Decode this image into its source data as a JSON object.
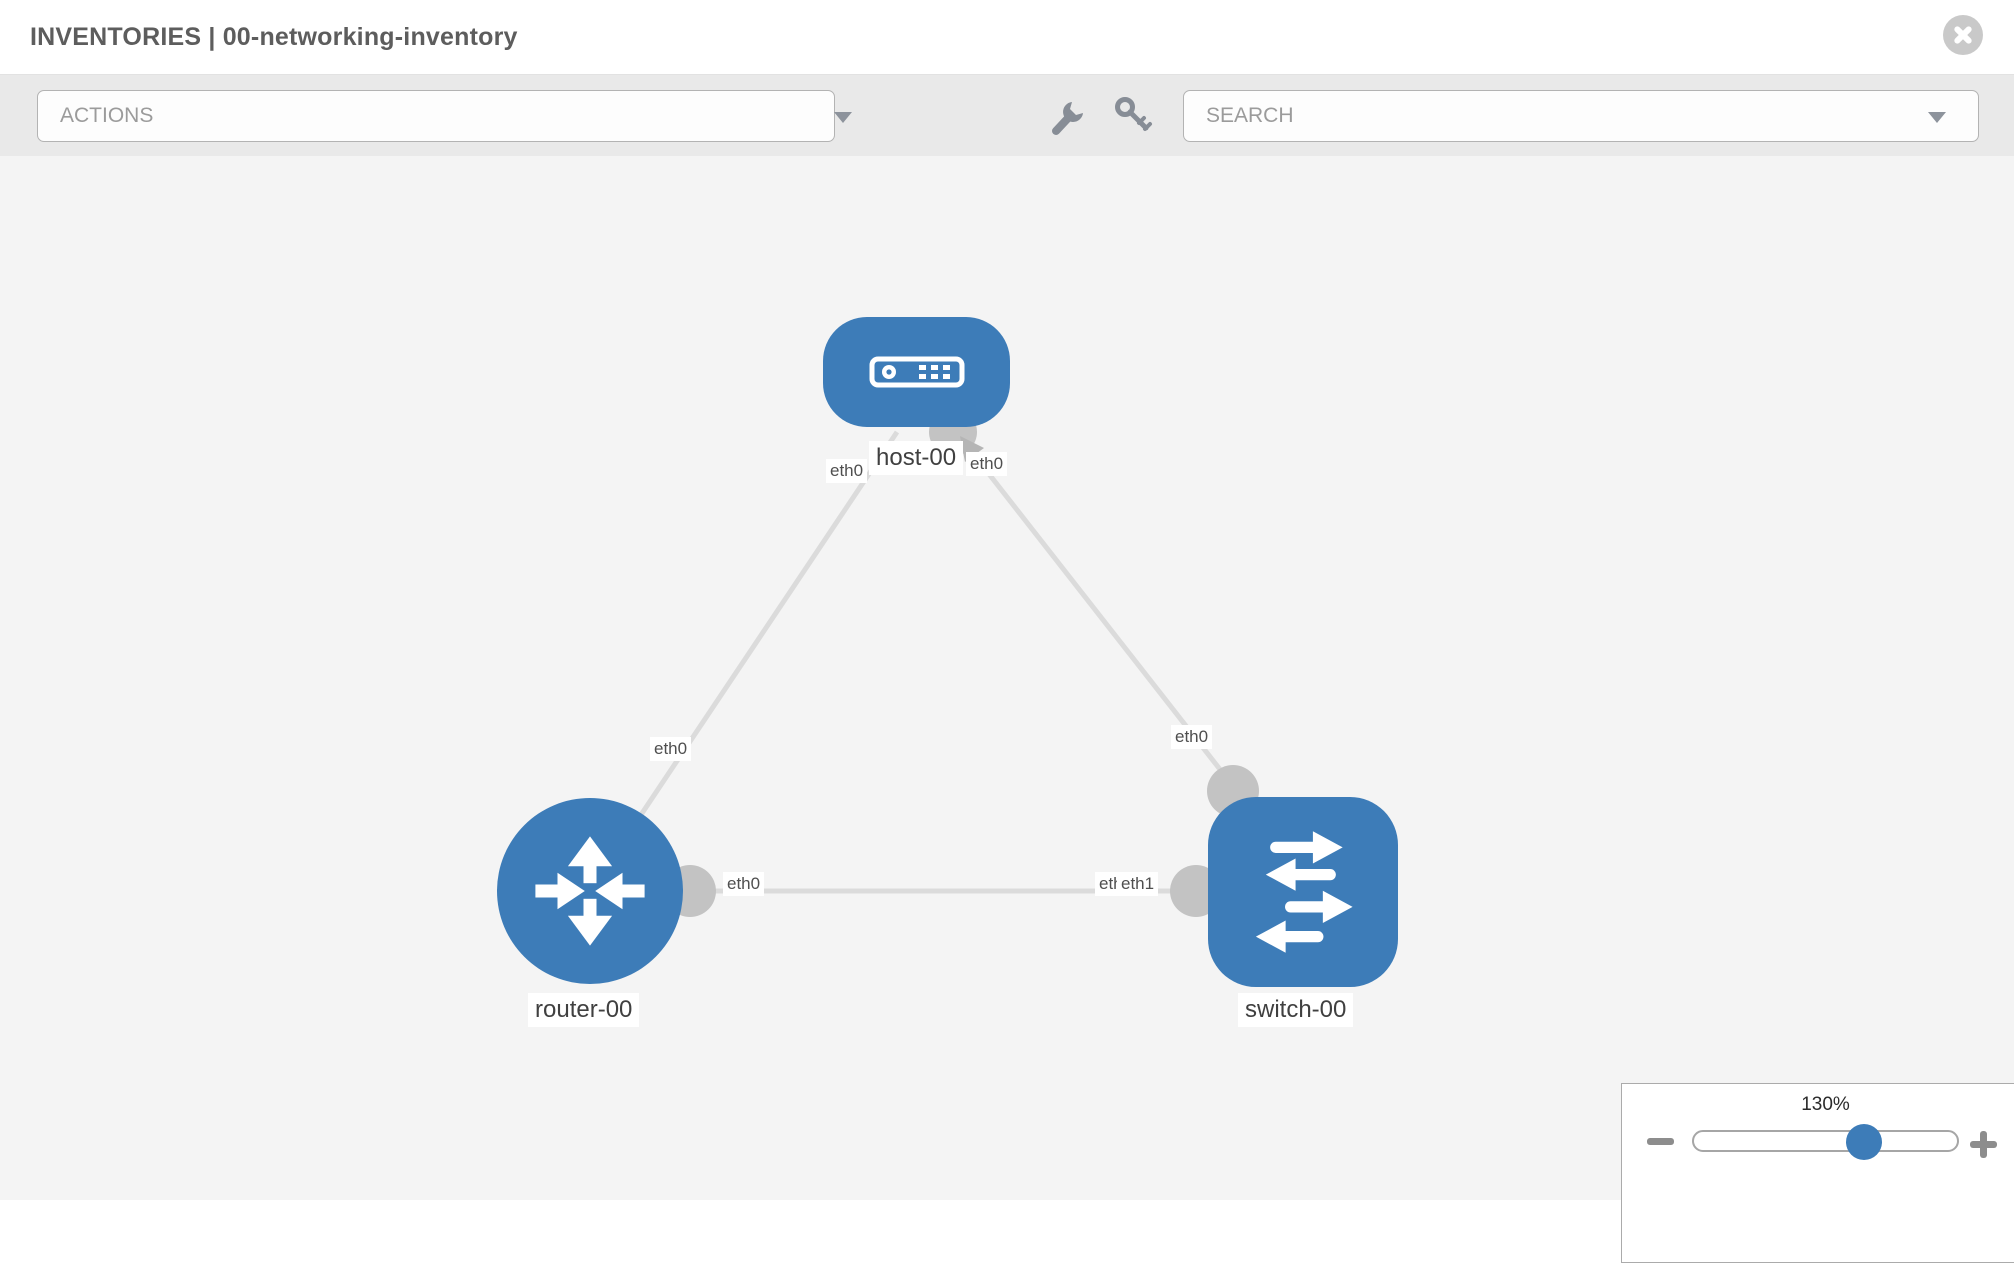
{
  "header": {
    "title": "INVENTORIES | 00-networking-inventory"
  },
  "toolbar": {
    "actions_label": "ACTIONS",
    "search_label": "SEARCH",
    "icons": [
      "wrench",
      "key"
    ]
  },
  "topology": {
    "nodes": [
      {
        "label": "host-00",
        "type": "host"
      },
      {
        "label": "router-00",
        "type": "router"
      },
      {
        "label": "switch-00",
        "type": "switch"
      }
    ],
    "links": [
      {
        "from": "router-00",
        "to": "host-00"
      },
      {
        "from": "host-00",
        "to": "switch-00"
      },
      {
        "from": "router-00",
        "to": "switch-00"
      }
    ],
    "interface_labels": [
      {
        "text": "eth0",
        "position": "router-host-link-router-end"
      },
      {
        "text": "eth0",
        "position": "router-host-link-host-end"
      },
      {
        "text": "eth0",
        "position": "host-switch-link-host-end"
      },
      {
        "text": "eth0",
        "position": "host-switch-link-switch-end"
      },
      {
        "text": "eth0",
        "position": "router-switch-link-router-end"
      },
      {
        "text": "eth0",
        "position": "router-switch-link-switch-end-under"
      },
      {
        "text": "eth1",
        "position": "router-switch-link-switch-end-over"
      }
    ]
  },
  "zoom_control": {
    "level": "130%"
  },
  "colors": {
    "node_blue": "#3d7cb8",
    "link_gray": "#dbdbdb",
    "endpoint_gray": "#c3c3c3",
    "arrowhead_gray": "#b5b5b5",
    "canvas_bg": "#f4f4f4",
    "toolbar_bg": "#e9e9e9",
    "title_gray": "#5d5d5d"
  }
}
